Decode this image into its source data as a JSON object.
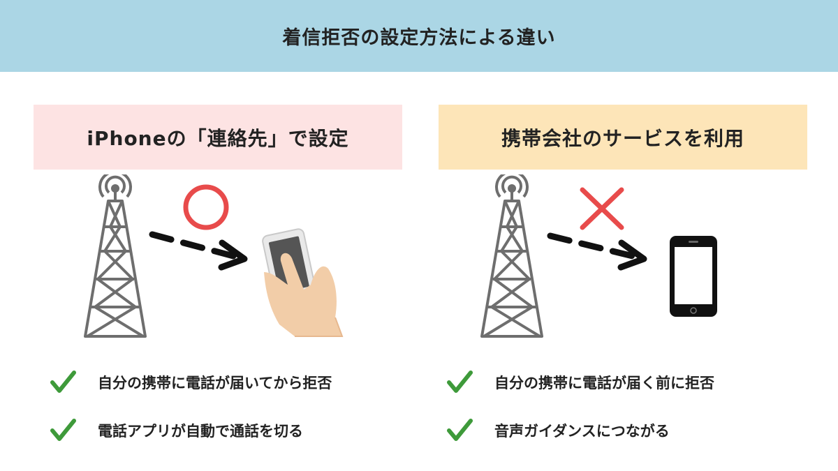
{
  "title": "着信拒否の設定方法による違い",
  "colors": {
    "banner": "#abd6e5",
    "left_header": "#fde3e3",
    "right_header": "#fde5b8",
    "circle": "#e84b4b",
    "cross": "#e84b4b",
    "check": "#3e9a3a",
    "tower": "#6e6e6e"
  },
  "left": {
    "header": "iPhoneの「連絡先」で設定",
    "result_icon": "circle-icon",
    "bullets": [
      "自分の携帯に電話が届いてから拒否",
      "電話アプリが自動で通話を切る"
    ]
  },
  "right": {
    "header": "携帯会社のサービスを利用",
    "result_icon": "cross-icon",
    "bullets": [
      "自分の携帯に電話が届く前に拒否",
      "音声ガイダンスにつながる"
    ]
  }
}
